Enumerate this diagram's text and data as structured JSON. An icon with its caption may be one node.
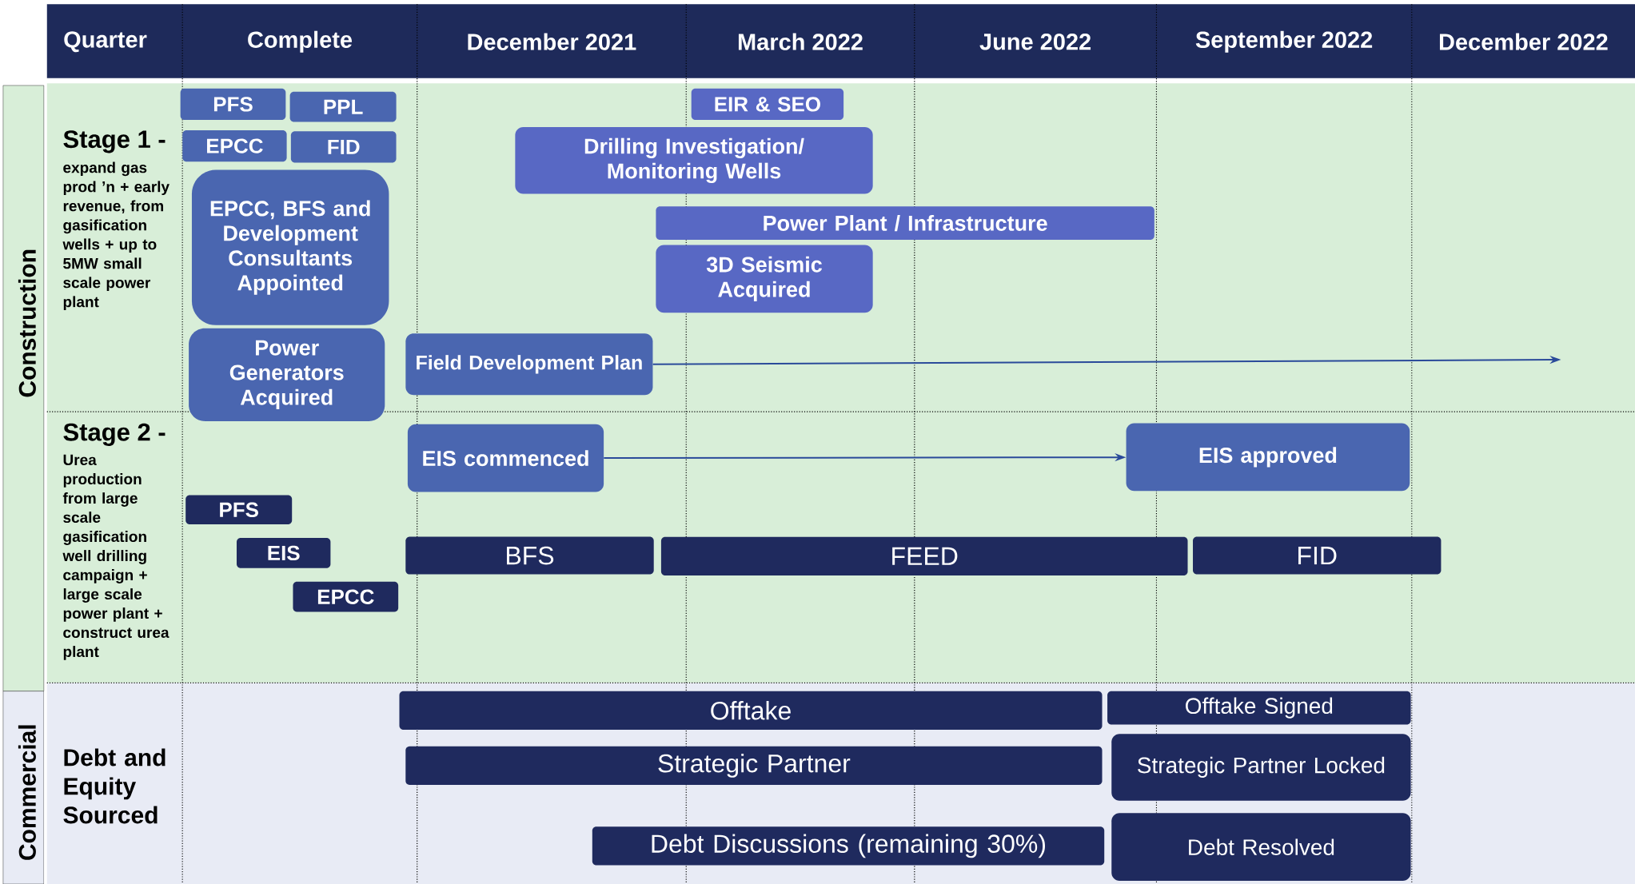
{
  "diagram": {
    "nodes": [
      {
        "text": [
          "PFS"
        ]
      },
      {
        "text": [
          "PPL"
        ]
      },
      {
        "text": [
          "EPCC"
        ]
      },
      {
        "text": [
          "FID"
        ]
      },
      {
        "text": [
          "EPCC, BFS and Development Consultants Appointed"
        ]
      },
      {
        "text": [
          "Power Generators Acquired"
        ]
      },
      {
        "text": [
          "EIR & SEO"
        ]
      },
      {
        "text": [
          "Drilling Investigation/ Monitoring Wells"
        ]
      },
      {
        "text": [
          "Power Plant / Infrastructure"
        ]
      },
      {
        "text": [
          "3D Seismic Acquired"
        ]
      },
      {
        "text": [
          "Field Development Plan"
        ]
      },
      {
        "text": [
          "EIS commenced"
        ]
      },
      {
        "text": [
          "EIS approved"
        ]
      },
      {
        "text": [
          "PFS"
        ]
      },
      {
        "text": [
          "EIS"
        ]
      },
      {
        "text": [
          "EPCC"
        ]
      },
      {
        "text": [
          "BFS"
        ]
      },
      {
        "text": [
          "FEED"
        ]
      },
      {
        "text": [
          "FID"
        ]
      },
      {
        "text": [
          "Offtake"
        ]
      },
      {
        "text": [
          "Offtake Signed"
        ]
      },
      {
        "text": [
          "Strategic Partner"
        ]
      },
      {
        "text": [
          "Strategic Partner Locked"
        ]
      },
      {
        "text": [
          "Debt Discussions (remaining 30%)"
        ]
      },
      {
        "text": [
          "Debt Resolved"
        ]
      }
    ],
    "edges": [
      {
        "from": 10,
        "to": null,
        "arrow": "to"
      },
      {
        "from": 11,
        "to": 12,
        "arrow": "to"
      }
    ],
    "labels": [
      "Quarter",
      "Complete",
      "December 2021",
      "March 2022",
      "June 2022",
      "September 2022",
      "December 2022",
      "Construction",
      "Stage 1 -",
      "expand gas prod ’n + early revenue, from gasification wells + up to 5MW small scale power plant",
      "Stage 2 -",
      "Urea production from large scale gasification well drilling campaign + large scale power plant + construct urea plant",
      "Commercial",
      "Debt and Equity Sourced"
    ]
  }
}
